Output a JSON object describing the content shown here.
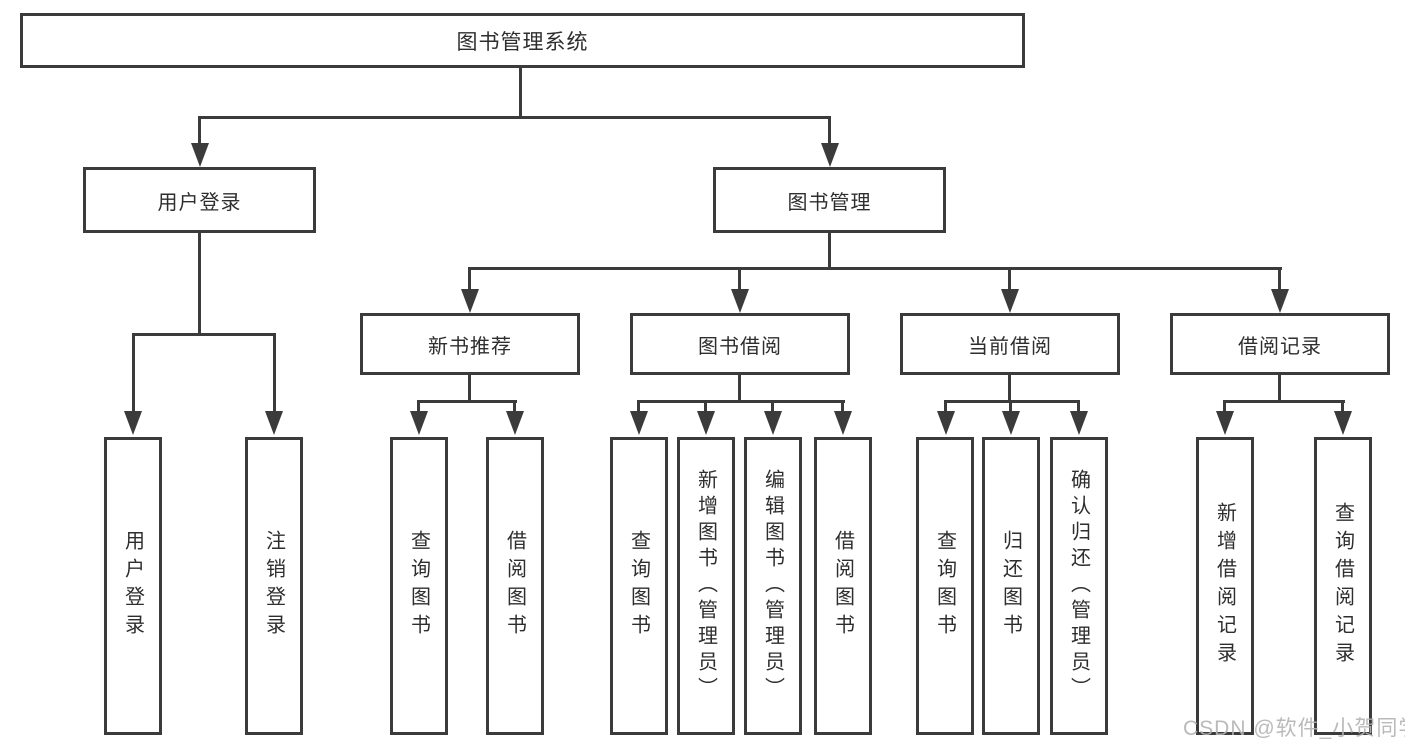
{
  "diagram": {
    "root": {
      "label": "图书管理系统"
    },
    "level2": [
      {
        "label": "用户登录"
      },
      {
        "label": "图书管理"
      }
    ],
    "level3": [
      {
        "label": "新书推荐"
      },
      {
        "label": "图书借阅"
      },
      {
        "label": "当前借阅"
      },
      {
        "label": "借阅记录"
      }
    ],
    "leaves": {
      "user_login": [
        "用户登录",
        "注销登录"
      ],
      "new_book": [
        "查询图书",
        "借阅图书"
      ],
      "book_borrow": [
        "查询图书",
        "新增图书（管理员）",
        "编辑图书（管理员）",
        "借阅图书"
      ],
      "current_borrow": [
        "查询图书",
        "归还图书",
        "确认归还（管理员）"
      ],
      "borrow_record": [
        "新增借阅记录",
        "查询借阅记录"
      ]
    }
  },
  "watermark": {
    "text": "CSDN @软件_小贺同学"
  },
  "colors": {
    "line": "#3b3b3b",
    "text": "#2e2e2e",
    "watermark": "#b3b3b3",
    "background": "#ffffff"
  }
}
